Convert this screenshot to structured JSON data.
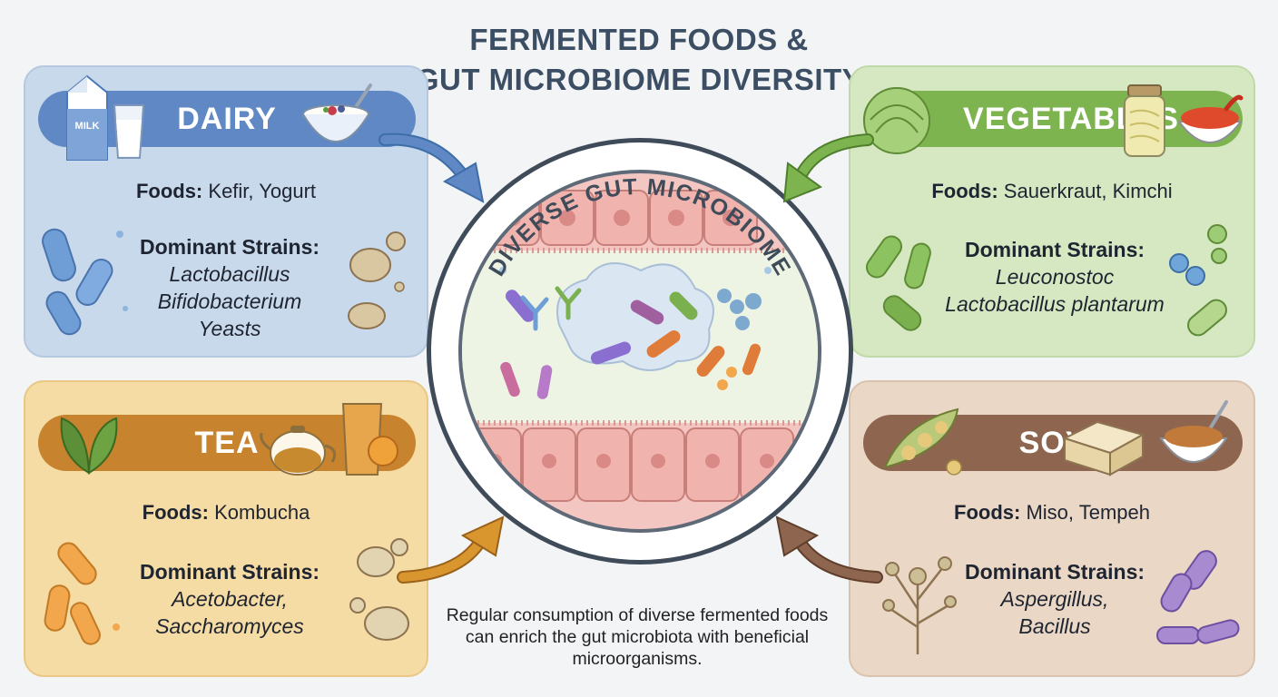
{
  "title": {
    "line1": "FERMENTED FOODS &",
    "line2": "GUT MICROBIOME DIVERSITY"
  },
  "center": {
    "label": "DIVERSE GUT MICROBIOME"
  },
  "caption": "Regular consumption of diverse fermented foods can enrich the gut microbiota with beneficial microorganisms.",
  "cards": {
    "dairy": {
      "name": "DAIRY",
      "foods_label": "Foods:",
      "foods": "Kefir, Yogurt",
      "strains_label": "Dominant Strains:",
      "strains": [
        "Lactobacillus",
        "Bifidobacterium",
        "Yeasts"
      ],
      "icon_text": "MILK"
    },
    "vegetables": {
      "name": "VEGETABLES",
      "foods_label": "Foods:",
      "foods": "Sauerkraut, Kimchi",
      "strains_label": "Dominant Strains:",
      "strains": [
        "Leuconostoc",
        "Lactobacillus plantarum"
      ]
    },
    "tea": {
      "name": "TEA",
      "foods_label": "Foods:",
      "foods": "Kombucha",
      "strains_label": "Dominant Strains:",
      "strains": [
        "Acetobacter,",
        "Saccharomyces"
      ]
    },
    "soy": {
      "name": "SOY",
      "foods_label": "Foods:",
      "foods": "Miso, Tempeh",
      "strains_label": "Dominant Strains:",
      "strains": [
        "Aspergillus,",
        "Bacillus"
      ]
    }
  },
  "colors": {
    "dairy": "#5f88c4",
    "vegetables": "#7db44f",
    "tea": "#c7832d",
    "soy": "#8e6650",
    "title": "#3c4e63"
  }
}
